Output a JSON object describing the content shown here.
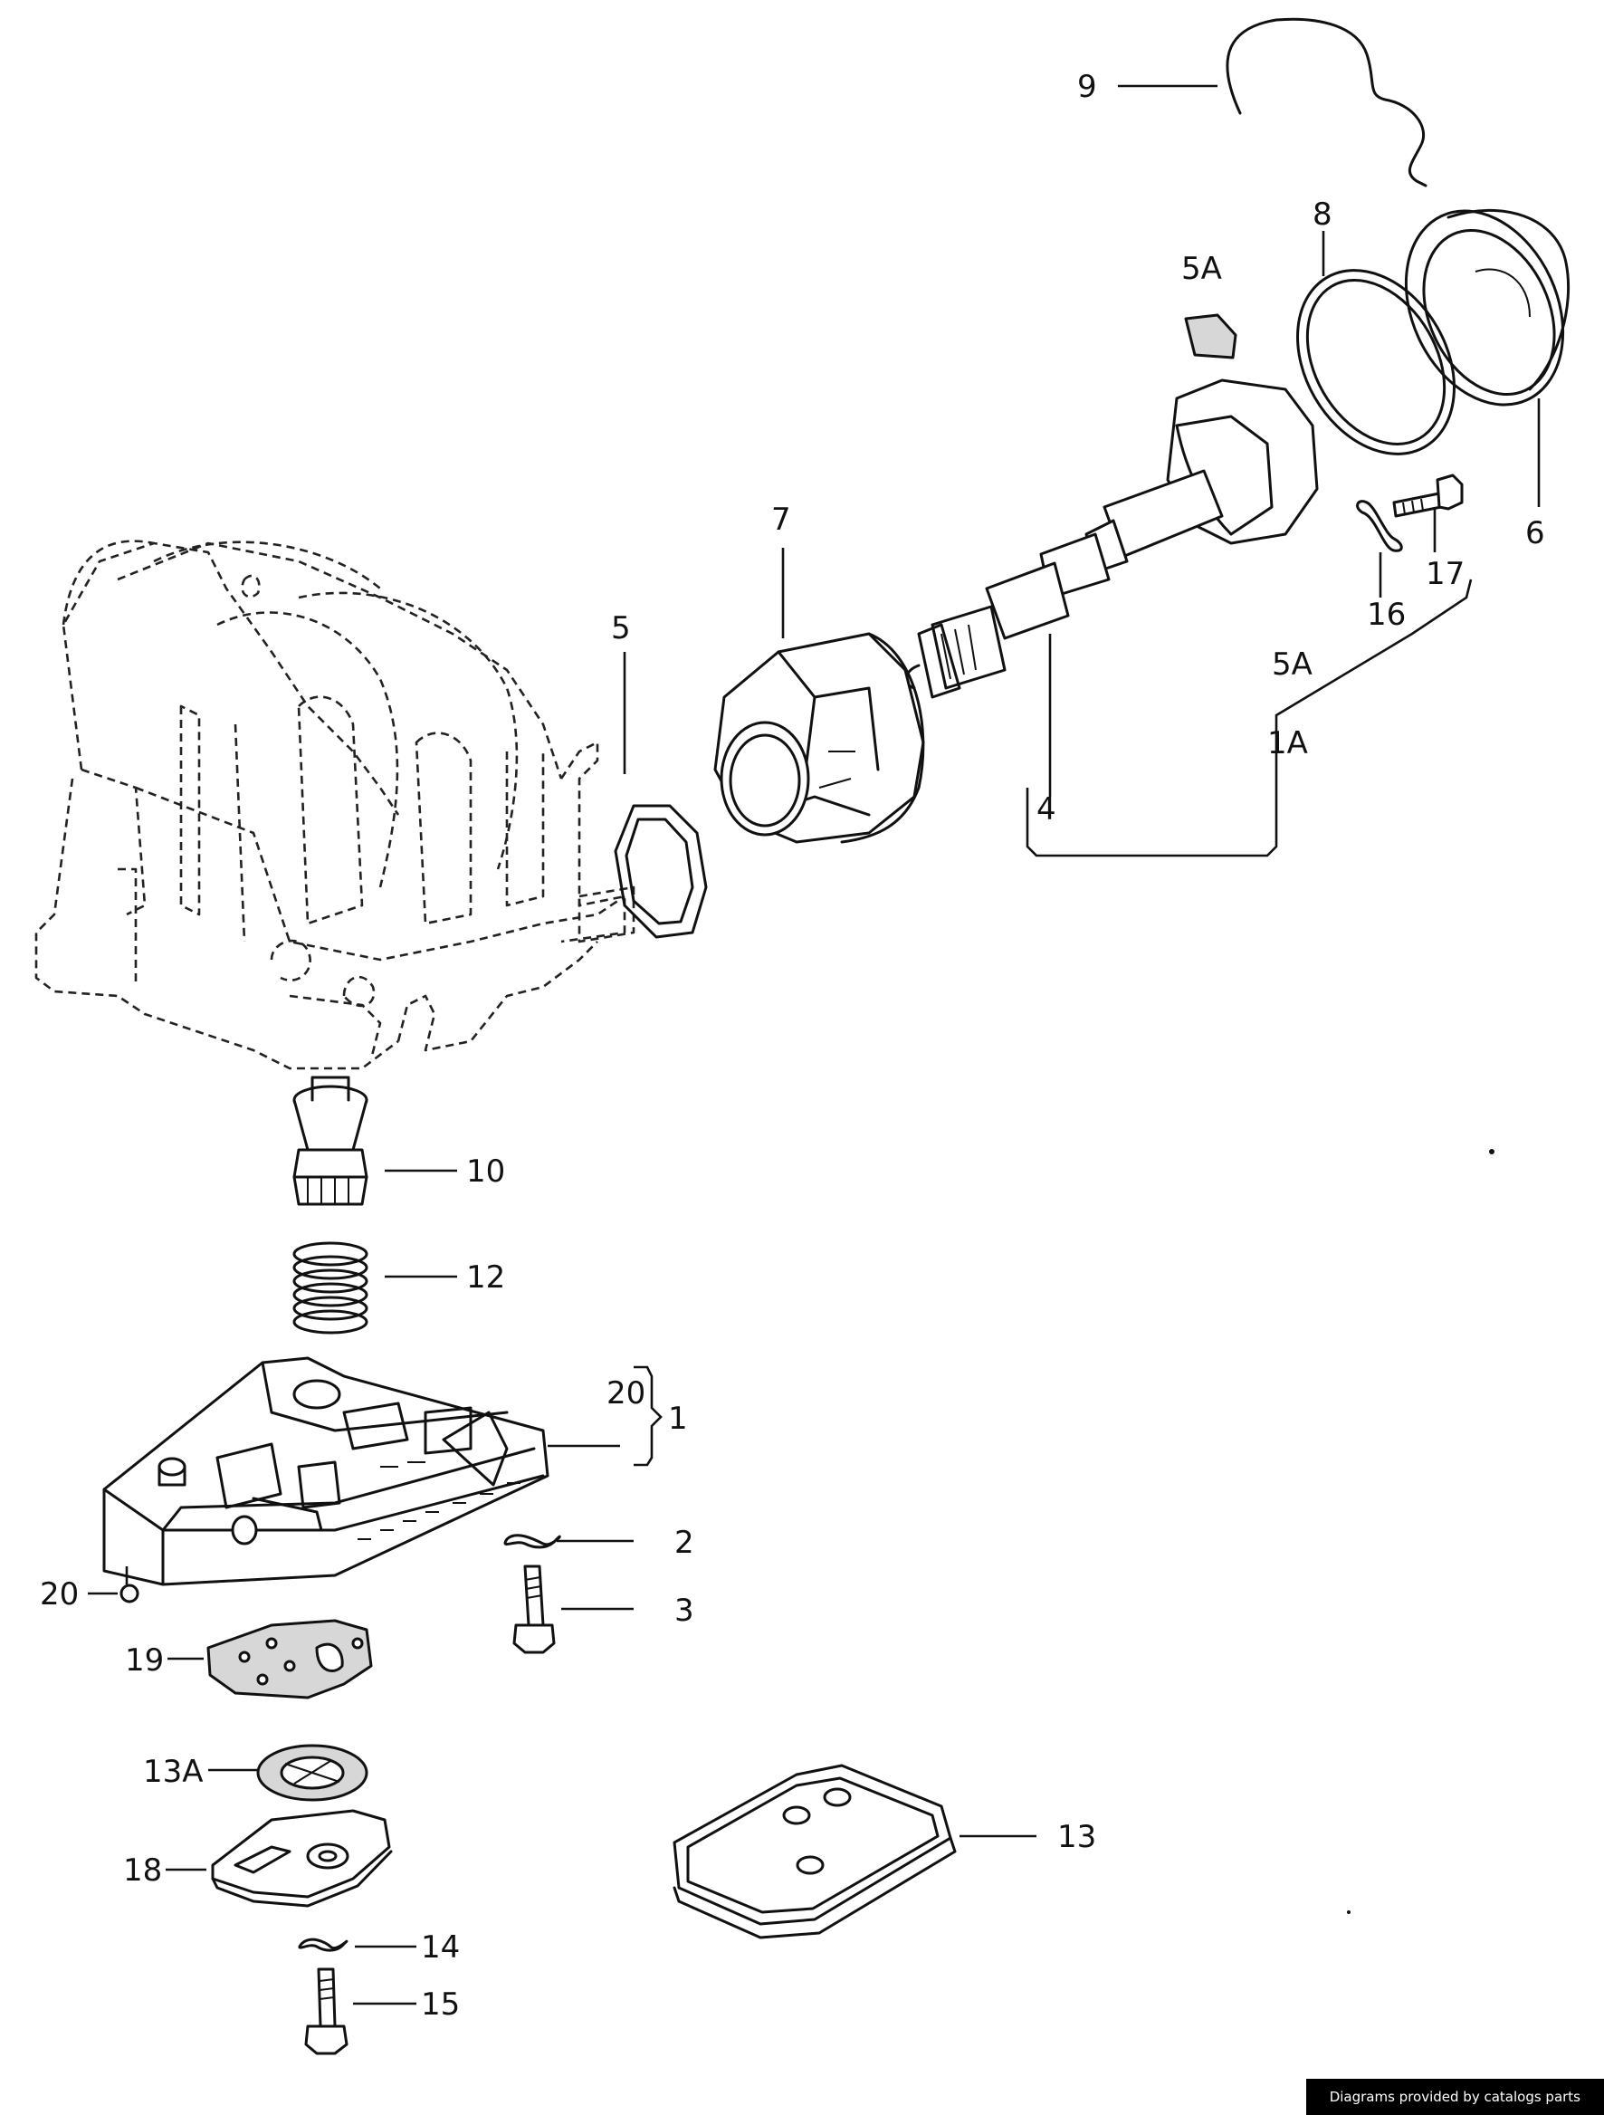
{
  "callouts": {
    "c1": "1",
    "c1a": "1A",
    "c2": "2",
    "c3": "3",
    "c4": "4",
    "c5": "5",
    "c5a_top": "5A",
    "c5a_mid": "5A",
    "c6": "6",
    "c7": "7",
    "c8": "8",
    "c9": "9",
    "c10": "10",
    "c12": "12",
    "c13": "13",
    "c13a": "13A",
    "c14": "14",
    "c15": "15",
    "c16": "16",
    "c17": "17",
    "c18": "18",
    "c19": "19",
    "c20_bracket": "20",
    "c20_left": "20"
  },
  "credit": "Diagrams provided by catalogs parts"
}
